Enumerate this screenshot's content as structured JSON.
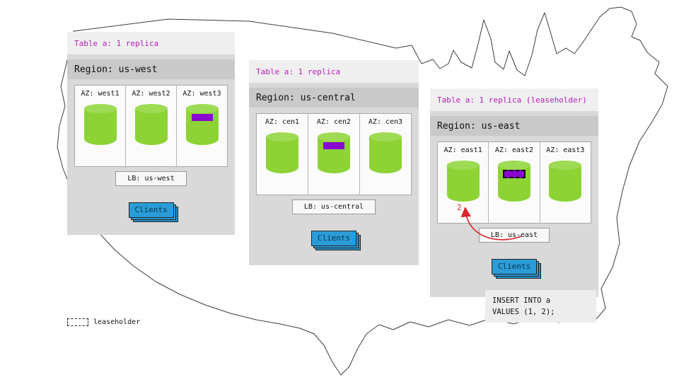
{
  "panels": [
    {
      "table_label": "Table a: 1 replica",
      "region_label": "Region: us-west",
      "lb_label": "LB: us-west",
      "clients_label": "Clients",
      "azs": [
        {
          "label": "AZ: west1",
          "replica": false,
          "leaseholder": false
        },
        {
          "label": "AZ: west2",
          "replica": false,
          "leaseholder": false
        },
        {
          "label": "AZ: west3",
          "replica": true,
          "leaseholder": false
        }
      ]
    },
    {
      "table_label": "Table a: 1 replica",
      "region_label": "Region: us-central",
      "lb_label": "LB: us-central",
      "clients_label": "Clients",
      "azs": [
        {
          "label": "AZ: cen1",
          "replica": false,
          "leaseholder": false
        },
        {
          "label": "AZ: cen2",
          "replica": true,
          "leaseholder": false
        },
        {
          "label": "AZ: cen3",
          "replica": false,
          "leaseholder": false
        }
      ]
    },
    {
      "table_label": "Table a: 1 replica (leaseholder)",
      "region_label": "Region: us-east",
      "lb_label": "LB: us-east",
      "clients_label": "Clients",
      "annotation_value": "2",
      "sql_line1": "INSERT INTO a",
      "sql_line2": "VALUES (1, 2);",
      "azs": [
        {
          "label": "AZ: east1",
          "replica": false,
          "leaseholder": false
        },
        {
          "label": "AZ: east2",
          "replica": true,
          "leaseholder": true
        },
        {
          "label": "AZ: east3",
          "replica": false,
          "leaseholder": false
        }
      ]
    }
  ],
  "legend": {
    "label": "leaseholder"
  },
  "colors": {
    "table_label": "#b81fb8",
    "replica": "#8806cf",
    "cylinder": "#8dd335",
    "clients_button": "#2b9cd8",
    "arrow": "#d9262b",
    "panel_bg": "#d9d9d9",
    "header_bg": "#efefef",
    "region_band_bg": "#c9c9c9"
  }
}
